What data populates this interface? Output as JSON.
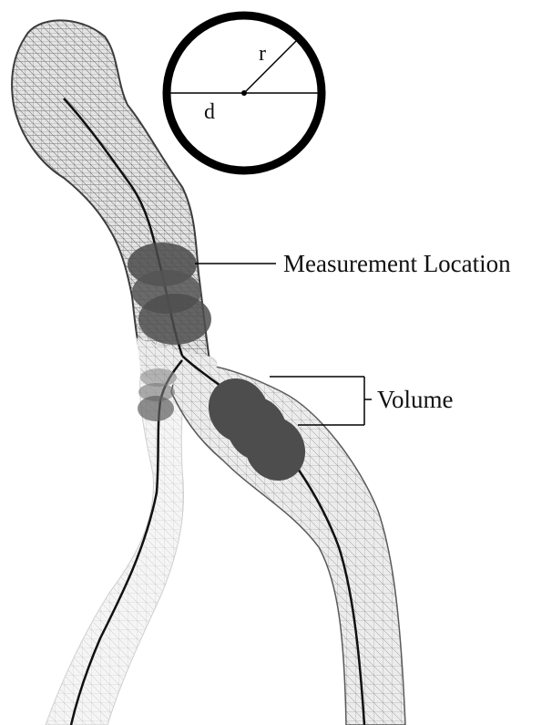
{
  "labels": {
    "radius": "r",
    "diameter": "d",
    "measurement_location": "Measurement Location",
    "volume": "Volume"
  },
  "colors": {
    "mesh_fill_dark": "#e6e6e6",
    "mesh_fill_light": "#f3f3f3",
    "mesh_line": "#7a7a7a",
    "mesh_line_light": "#bdbdbd",
    "centerline": "#111111",
    "disc": "#4d4d4d",
    "circle_stroke": "#000000"
  },
  "icons": {
    "cross_section": "cross-section-circle-icon",
    "mesh": "vessel-mesh"
  }
}
